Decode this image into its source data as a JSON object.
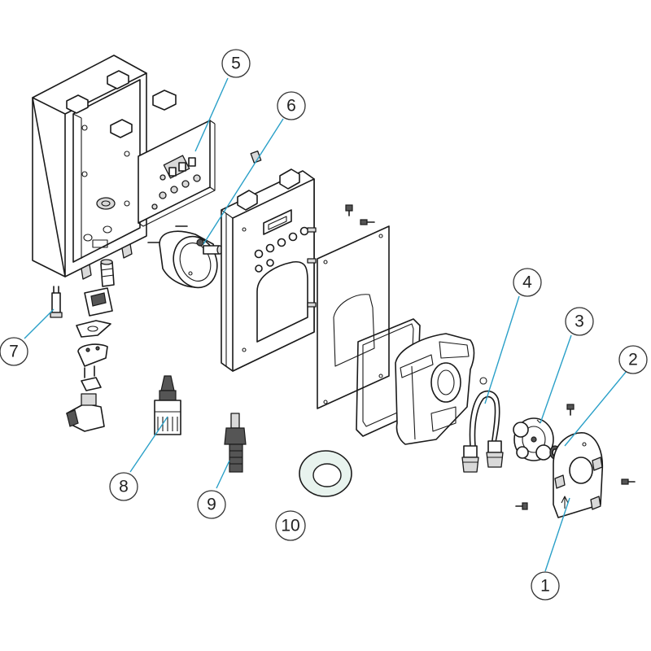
{
  "diagram": {
    "accent_color": "#2aa0c8",
    "callouts": [
      {
        "id": "c1",
        "label": "1"
      },
      {
        "id": "c2",
        "label": "2"
      },
      {
        "id": "c3",
        "label": "3"
      },
      {
        "id": "c4",
        "label": "4"
      },
      {
        "id": "c5",
        "label": "5"
      },
      {
        "id": "c6",
        "label": "6"
      },
      {
        "id": "c7",
        "label": "7"
      },
      {
        "id": "c8",
        "label": "8"
      },
      {
        "id": "c9",
        "label": "9"
      },
      {
        "id": "c10",
        "label": "10"
      }
    ]
  }
}
